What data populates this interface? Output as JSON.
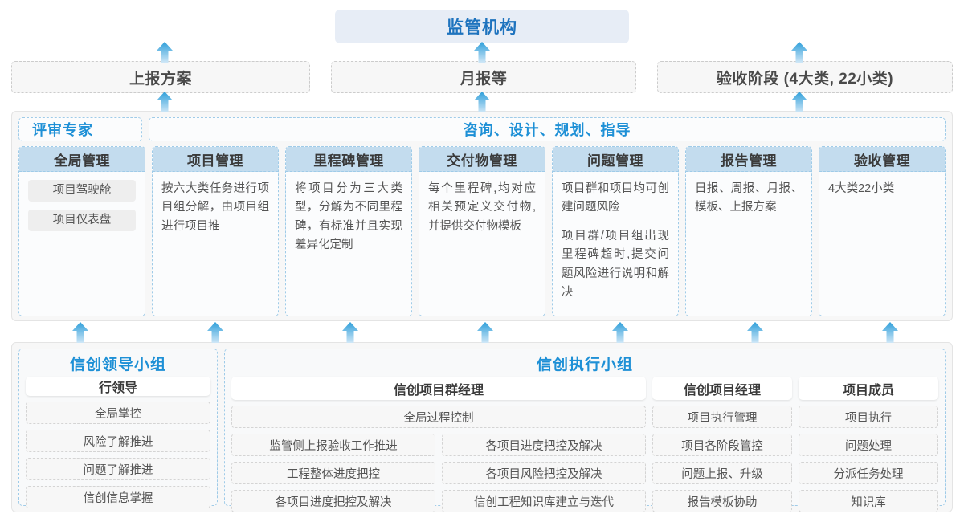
{
  "top": {
    "regulator": "监管机构",
    "reports": [
      {
        "label": "上报方案"
      },
      {
        "label": "月报等"
      },
      {
        "label": "验收阶段 (4大类, 22小类)"
      }
    ]
  },
  "middle": {
    "roles": {
      "reviewer": "评审专家",
      "consulting": "咨询、设计、规划、指导"
    },
    "columns": [
      {
        "head": "全局管理",
        "chips": [
          "项目驾驶舱",
          "项目仪表盘"
        ],
        "paragraphs": []
      },
      {
        "head": "项目管理",
        "chips": [],
        "paragraphs": [
          "按六大类任务进行项目组分解，由项目组进行项目推"
        ]
      },
      {
        "head": "里程碑管理",
        "chips": [],
        "paragraphs": [
          "将项目分为三大类型，分解为不同里程碑，有标准并且实现差异化定制"
        ]
      },
      {
        "head": "交付物管理",
        "chips": [],
        "paragraphs": [
          "每个里程碑,均对应相关预定义交付物,并提供交付物模板"
        ]
      },
      {
        "head": "问题管理",
        "chips": [],
        "paragraphs": [
          "项目群和项目均可创建问题风险",
          "项目群/项目组出现里程碑超时,提交问题风险进行说明和解决"
        ]
      },
      {
        "head": "报告管理",
        "chips": [],
        "paragraphs": [
          "日报、周报、月报、模板、上报方案"
        ]
      },
      {
        "head": "验收管理",
        "chips": [],
        "paragraphs": [
          "4大类22小类"
        ]
      }
    ]
  },
  "bottom": {
    "leader_group": {
      "title": "信创领导小组",
      "head": "行领导",
      "items": [
        "全局掌控",
        "风险了解推进",
        "问题了解推进",
        "信创信息掌握"
      ]
    },
    "exec_group": {
      "title": "信创执行小组",
      "program_manager": {
        "head": "信创项目群经理",
        "full_width_item": "全局过程控制",
        "left_items": [
          "监管侧上报验收工作推进",
          "工程整体进度把控",
          "各项目进度把控及解决"
        ],
        "right_items": [
          "各项目进度把控及解决",
          "各项目风险把控及解决",
          "信创工程知识库建立与迭代"
        ]
      },
      "project_manager": {
        "head": "信创项目经理",
        "items": [
          "项目执行管理",
          "项目各阶段管控",
          "问题上报、升级",
          "报告模板协助"
        ]
      },
      "project_member": {
        "head": "项目成员",
        "items": [
          "项目执行",
          "问题处理",
          "分派任务处理",
          "知识库"
        ]
      }
    }
  },
  "colors": {
    "accent_blue": "#1e90d6",
    "regulator_bg": "#e7edf6",
    "column_head_bg": "#c3dcee",
    "panel_bg": "#f7f7f7"
  },
  "arrows": {
    "icon": "arrow-up-icon",
    "row1_x": [
      205,
      600,
      995
    ],
    "row2_x": [
      205,
      600,
      995
    ],
    "row3_x": [
      100,
      268,
      436,
      604,
      772,
      940,
      1108
    ]
  }
}
